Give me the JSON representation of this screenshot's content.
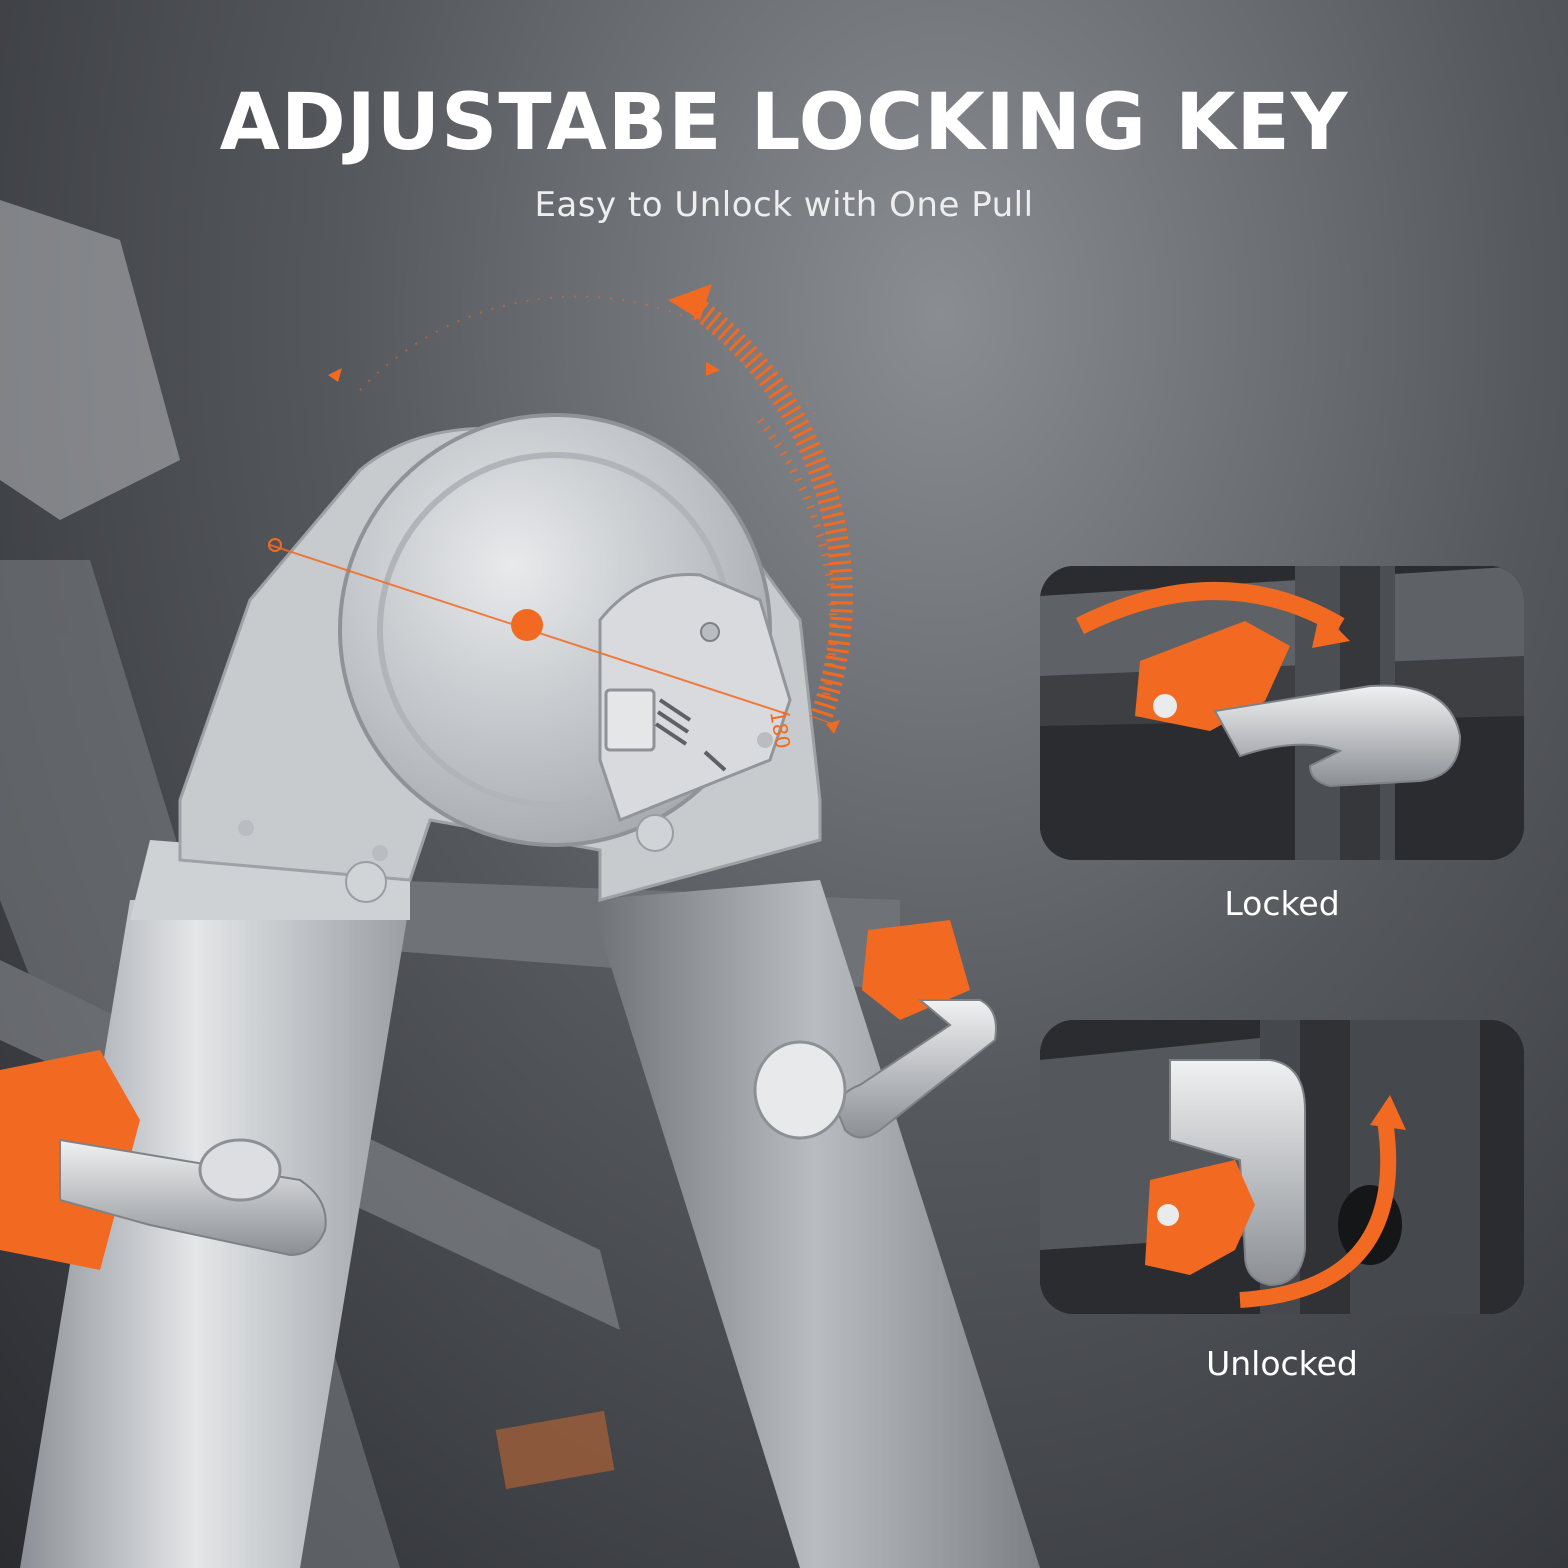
{
  "header": {
    "title": "ADJUSTABE LOCKING KEY",
    "subtitle": "Easy to Unlock with One Pull"
  },
  "hinge": {
    "angle_marker": "180"
  },
  "insets": {
    "locked": {
      "caption": "Locked"
    },
    "unlocked": {
      "caption": "Unlocked"
    }
  },
  "colors": {
    "accent": "#f26a21",
    "metal": "#c9ccd0",
    "dark_panel": "#1c1d20"
  }
}
